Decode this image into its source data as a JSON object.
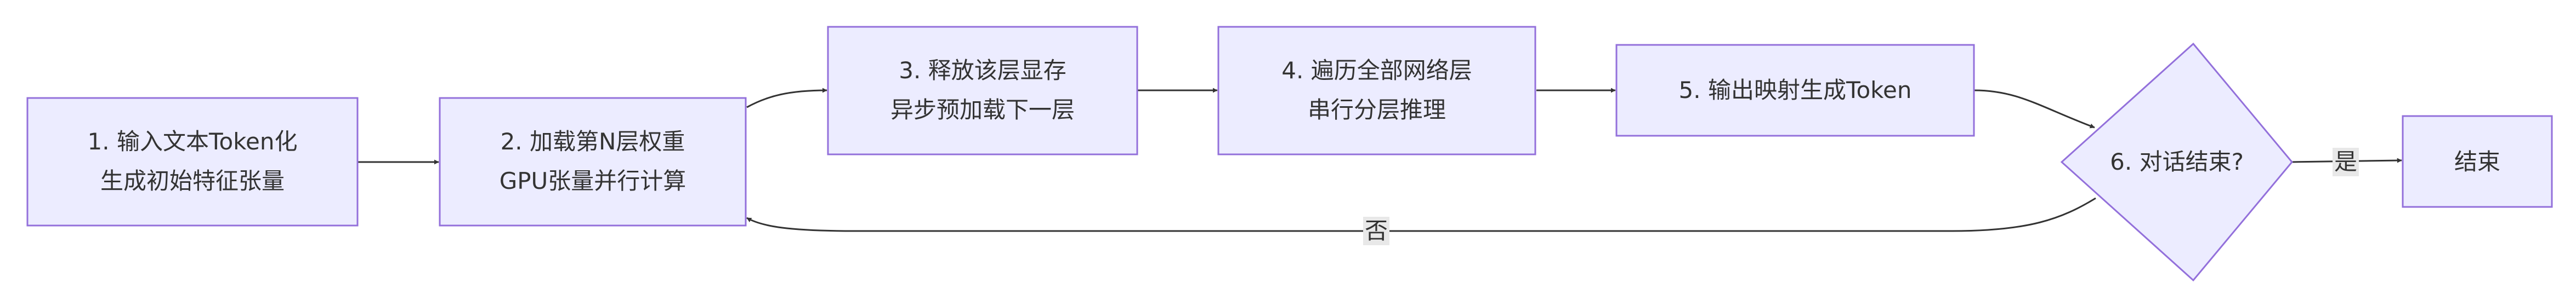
{
  "nodes": {
    "n1": {
      "line1": "1. 输入文本Token化",
      "line2": "生成初始特征张量"
    },
    "n2": {
      "line1": "2. 加载第N层权重",
      "line2": "GPU张量并行计算"
    },
    "n3": {
      "line1": "3. 释放该层显存",
      "line2": "异步预加载下一层"
    },
    "n4": {
      "line1": "4. 遍历全部网络层",
      "line2": "串行分层推理"
    },
    "n5": {
      "line1": "5. 输出映射生成Token"
    },
    "n6": {
      "line1": "6. 对话结束?"
    },
    "n7": {
      "line1": "结束"
    }
  },
  "edges": {
    "yes_label": "是",
    "no_label": "否"
  },
  "colors": {
    "node_fill": "#ECECFF",
    "node_stroke": "#9370DB",
    "edge": "#333333",
    "label_bg": "#E8E8E8"
  }
}
